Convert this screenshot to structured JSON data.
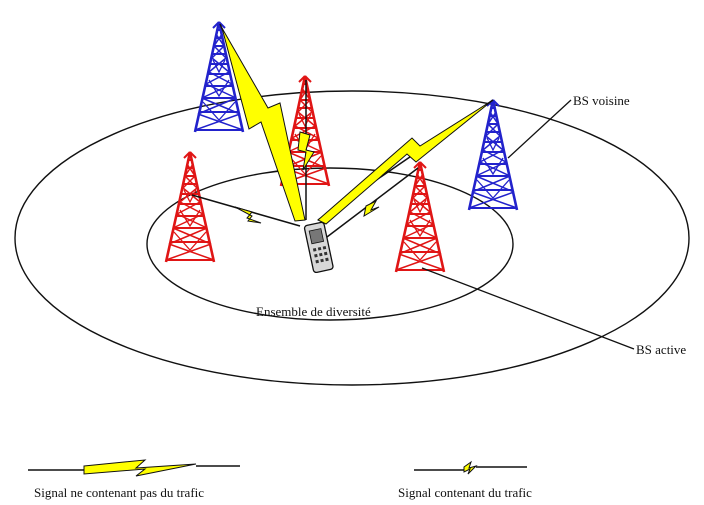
{
  "labels": {
    "center": "Ensemble de diversité",
    "bs_voisine": "BS voisine",
    "bs_active": "BS active"
  },
  "legend": {
    "no_traffic": "Signal  ne contenant  pas du trafic",
    "traffic": "Signal contenant du trafic"
  },
  "colors": {
    "active_tower": "#e01515",
    "neighbor_tower": "#2222cc",
    "signal_zigzag": "#ffff00",
    "line": "#111111"
  }
}
